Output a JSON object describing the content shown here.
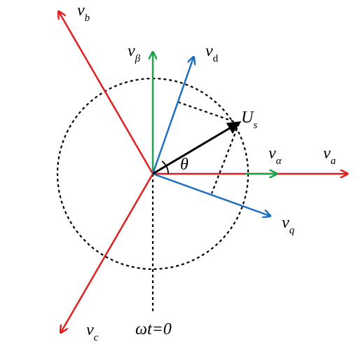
{
  "colors": {
    "red_axes": "#e02020",
    "blue_axes": "#1f6fbf",
    "green_axes": "#1aa34a",
    "black": "#000000"
  },
  "labels": {
    "v_b": {
      "main": "v",
      "sub": "b"
    },
    "v_beta": {
      "main": "v",
      "sub": "β"
    },
    "v_d": {
      "main": "v",
      "sub": "d"
    },
    "U_s": {
      "main": "U",
      "sub": "s"
    },
    "v_alpha": {
      "main": "v",
      "sub": "α"
    },
    "v_a": {
      "main": "v",
      "sub": "a"
    },
    "theta": "θ",
    "v_q": {
      "main": "v",
      "sub": "q"
    },
    "v_c": {
      "main": "v",
      "sub": "c"
    },
    "omega_t0": "ωt=0"
  }
}
